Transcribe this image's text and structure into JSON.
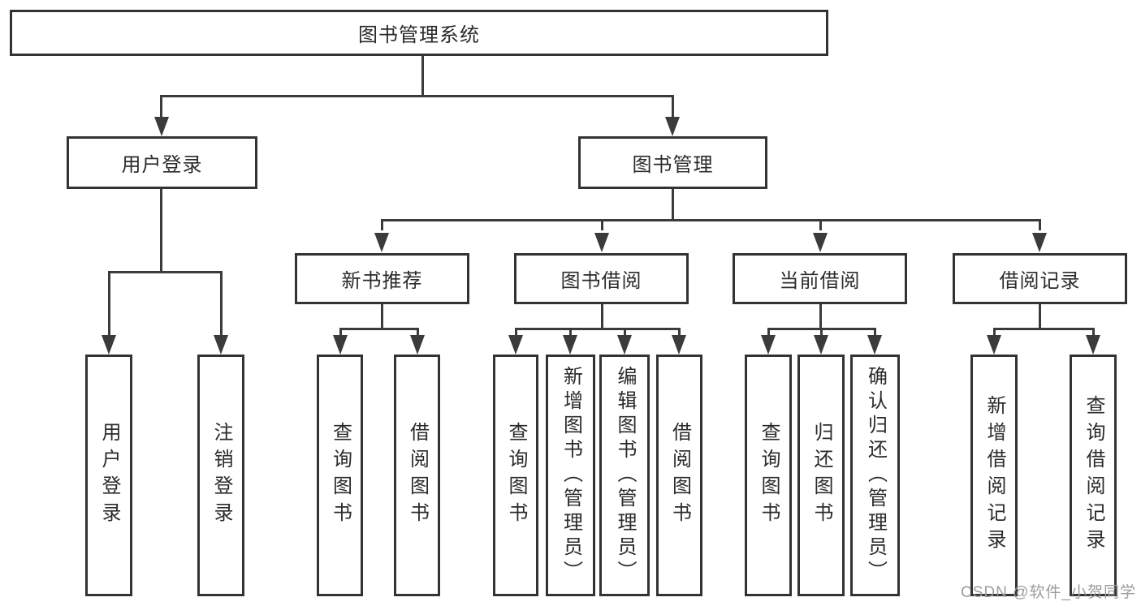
{
  "tree": {
    "root": {
      "label": "图书管理系统"
    },
    "user_login": {
      "label": "用户登录",
      "children": [
        "用户登录",
        "注销登录"
      ]
    },
    "book_management": {
      "label": "图书管理",
      "sections": [
        {
          "label": "新书推荐",
          "children": [
            "查询图书",
            "借阅图书"
          ]
        },
        {
          "label": "图书借阅",
          "children": [
            "查询图书",
            "新增图书（管理员）",
            "编辑图书（管理员）",
            "借阅图书"
          ]
        },
        {
          "label": "当前借阅",
          "children": [
            "查询图书",
            "归还图书",
            "确认归还（管理员）"
          ]
        },
        {
          "label": "借阅记录",
          "children": [
            "新增借阅记录",
            "查询借阅记录"
          ]
        }
      ]
    }
  },
  "watermark": {
    "text": "CSDN @软件_小贺同学",
    "color": "#9d9d9d"
  },
  "colors": {
    "background": "#ffffff",
    "box_border": "#333333",
    "connector_line": "#3b3b3b",
    "text": "#2b2b2b"
  }
}
